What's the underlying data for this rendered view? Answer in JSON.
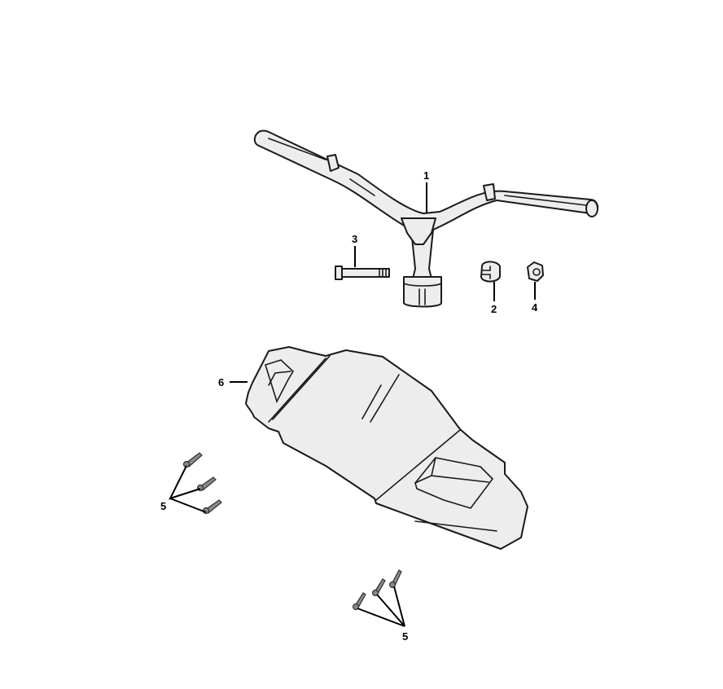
{
  "diagram": {
    "type": "exploded-parts-diagram",
    "colors": {
      "line": "#1a1a1a",
      "fill": "#ededed",
      "background": "#ffffff"
    },
    "callouts": [
      {
        "id": "1",
        "label": "1",
        "part": "handlebar"
      },
      {
        "id": "2",
        "label": "2",
        "part": "washer"
      },
      {
        "id": "3",
        "label": "3",
        "part": "bolt"
      },
      {
        "id": "4",
        "label": "4",
        "part": "nut"
      },
      {
        "id": "5a",
        "label": "5",
        "part": "screws"
      },
      {
        "id": "5b",
        "label": "5",
        "part": "screws"
      },
      {
        "id": "6",
        "label": "6",
        "part": "cover"
      }
    ]
  }
}
